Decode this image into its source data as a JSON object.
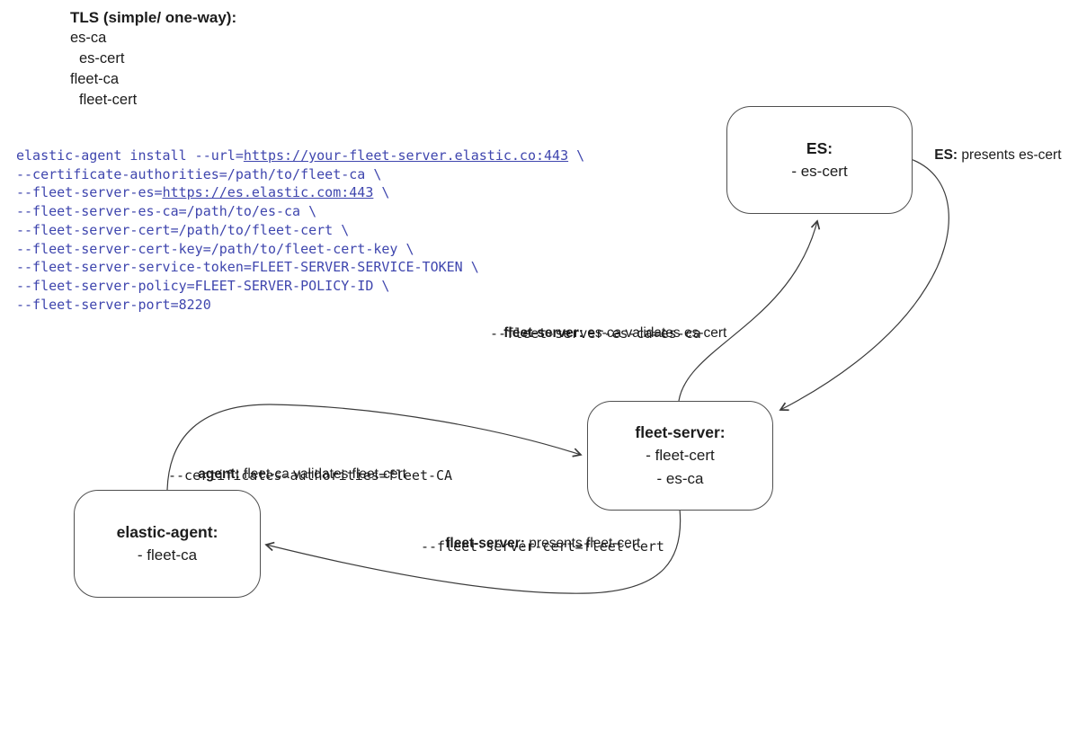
{
  "title_block": {
    "title": "TLS (simple/ one-way):",
    "items": [
      {
        "text": "es-ca",
        "indent": 0
      },
      {
        "text": "es-cert",
        "indent": 1
      },
      {
        "text": "fleet-ca",
        "indent": 0
      },
      {
        "text": "fleet-cert",
        "indent": 1
      }
    ]
  },
  "code": {
    "color": "#3f46ae",
    "lines": [
      [
        {
          "t": "elastic-agent install --url="
        },
        {
          "t": "https://your-fleet-server.elastic.co:443",
          "u": true
        },
        {
          "t": " \\"
        }
      ],
      [
        {
          "t": "--certificate-authorities=/path/to/fleet-ca \\"
        }
      ],
      [
        {
          "t": "--fleet-server-es="
        },
        {
          "t": "https://es.elastic.com:443",
          "u": true
        },
        {
          "t": " \\"
        }
      ],
      [
        {
          "t": "--fleet-server-es-ca=/path/to/es-ca \\"
        }
      ],
      [
        {
          "t": "--fleet-server-cert=/path/to/fleet-cert \\"
        }
      ],
      [
        {
          "t": "--fleet-server-cert-key=/path/to/fleet-cert-key \\"
        }
      ],
      [
        {
          "t": "--fleet-server-service-token=FLEET-SERVER-SERVICE-TOKEN \\"
        }
      ],
      [
        {
          "t": "--fleet-server-policy=FLEET-SERVER-POLICY-ID \\"
        }
      ],
      [
        {
          "t": "--fleet-server-port=8220"
        }
      ]
    ]
  },
  "nodes": {
    "es": {
      "title": "ES:",
      "items": [
        "- es-cert"
      ]
    },
    "fleet_server": {
      "title": "fleet-server:",
      "items": [
        "- fleet-cert",
        "- es-ca"
      ]
    },
    "elastic_agent": {
      "title": "elastic-agent:",
      "items": [
        "- fleet-ca"
      ]
    }
  },
  "edge_labels": {
    "es_presents": {
      "bold": "ES:",
      "rest": " presents es-cert"
    },
    "fleet_validates": {
      "bold": "fleet-server:",
      "rest": " es-ca validates es-cert",
      "mono": "--fleet-server-es-ca=es-ca"
    },
    "agent_validates": {
      "bold": "agent:",
      "rest": " fleet-ca validates fleet-cert",
      "mono": "--certificates-authorities=fleet-CA"
    },
    "fleet_presents": {
      "bold": "fleet-server:",
      "rest": " presents fleet-cert",
      "mono": "--fleet-server-cert=fleet-cert"
    }
  },
  "colors": {
    "code_blue": "#3f46ae",
    "edge_stroke": "#3c3c3c",
    "box_border": "#4f4f4f",
    "text": "#1c1c1c"
  }
}
